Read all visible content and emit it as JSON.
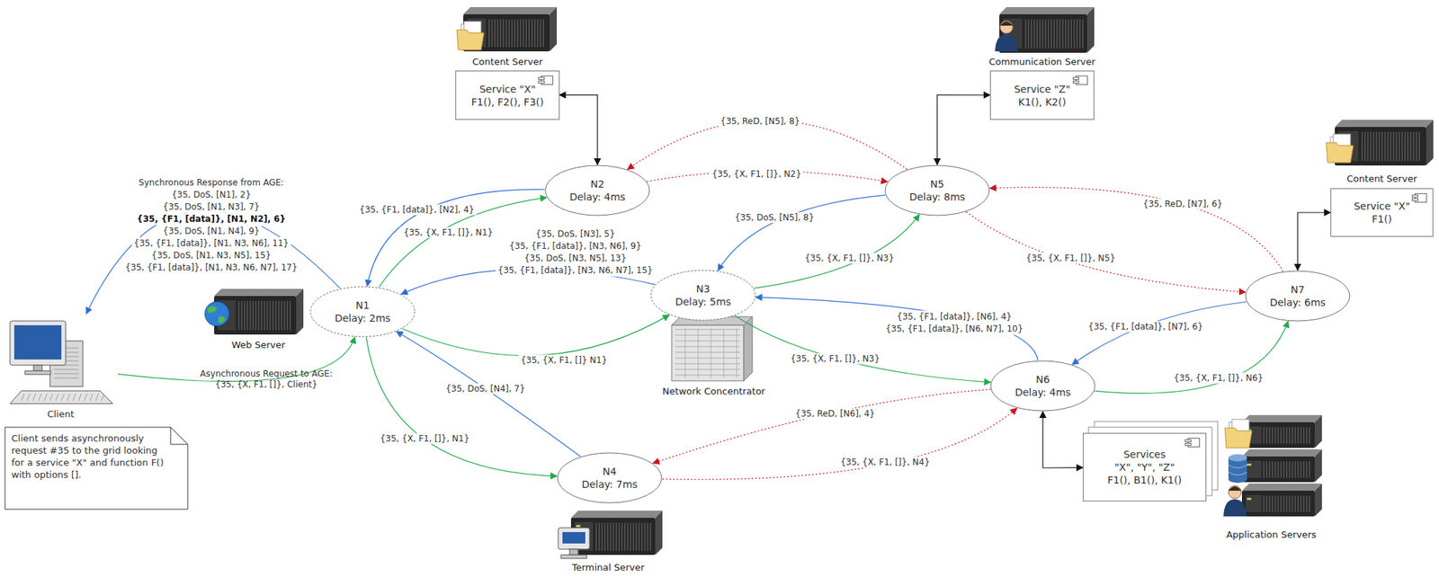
{
  "diagram": {
    "nodes": [
      {
        "text": [
          "Service \"X\"",
          "F1(), F2(), F3()"
        ]
      },
      {
        "text": [
          "Service \"Z\"",
          "K1(), K2()"
        ]
      },
      {
        "text": [
          "Service \"X\"",
          "F1()"
        ]
      },
      {
        "text": [
          "N2",
          "Delay: 4ms"
        ]
      },
      {
        "text": [
          "N5",
          "Delay: 8ms"
        ]
      },
      {
        "text": [
          "N1",
          "Delay: 2ms"
        ]
      },
      {
        "text": [
          "N3",
          "Delay: 5ms"
        ]
      },
      {
        "text": [
          "N7",
          "Delay: 6ms"
        ]
      },
      {
        "text": [
          "N6",
          "Delay: 4ms"
        ]
      },
      {
        "text": [
          "N4",
          "Delay: 7ms"
        ]
      },
      {
        "text": [
          "Services",
          "\"X\", \"Y\", \"Z\"",
          "F1(), B1(), K1()"
        ]
      },
      {
        "text": [
          "Client"
        ]
      },
      {
        "text": [
          "Client sends asynchronously request #35 to the grid looking for a service \"X\" and function F() with options []."
        ]
      }
    ],
    "edges": [
      {
        "from": 0,
        "to": 3,
        "arrow": "both"
      },
      {
        "from": 1,
        "to": 4,
        "arrow": "both"
      },
      {
        "from": 2,
        "to": 7,
        "arrow": "both"
      },
      {
        "from": 10,
        "to": 8,
        "arrow": "both"
      },
      {
        "from": 11,
        "to": 5,
        "arrow": "to",
        "label": "Asynchronous Request to AGE: {35, {X, F1, []}, Client}"
      },
      {
        "from": 5,
        "to": 11,
        "arrow": "to"
      },
      {
        "from": 5,
        "to": 3,
        "arrow": "to",
        "label": "{35, {X, F1, []}, N1}"
      },
      {
        "from": 3,
        "to": 5,
        "arrow": "to",
        "label": "{35, {F1, [data]}, [N2], 4}"
      },
      {
        "from": 5,
        "to": 6,
        "arrow": "to",
        "label": "{35, {X, F1, []} N1}"
      },
      {
        "from": 6,
        "to": 5,
        "arrow": "to"
      },
      {
        "from": 5,
        "to": 9,
        "arrow": "to",
        "label": "{35, {X, F1, []}, N1}"
      },
      {
        "from": 9,
        "to": 5,
        "arrow": "to",
        "label": "{35, DoS, [N4], 7}"
      },
      {
        "from": 3,
        "to": 4,
        "arrow": "to",
        "label": "{35, {X, F1, []}, N2}"
      },
      {
        "from": 4,
        "to": 3,
        "arrow": "to",
        "label": "{35, ReD, [N5], 8}"
      },
      {
        "from": 4,
        "to": 6,
        "arrow": "to",
        "label": "{35, DoS, [N5], 8}"
      },
      {
        "from": 6,
        "to": 4,
        "arrow": "to",
        "label": "{35, {X, F1, []}, N3}"
      },
      {
        "from": 6,
        "to": 8,
        "arrow": "to",
        "label": "{35, {X, F1, []}, N3}"
      },
      {
        "from": 8,
        "to": 6,
        "arrow": "to"
      },
      {
        "from": 4,
        "to": 7,
        "arrow": "to",
        "label": "{35, {X, F1, []}, N5}"
      },
      {
        "from": 7,
        "to": 4,
        "arrow": "to",
        "label": "{35, ReD, [N7], 6}"
      },
      {
        "from": 8,
        "to": 7,
        "arrow": "to",
        "label": "{35, {X, F1, []}, N6}"
      },
      {
        "from": 7,
        "to": 8,
        "arrow": "to",
        "label": "{35, {F1, [data]}, [N7], 6}"
      },
      {
        "from": 9,
        "to": 8,
        "arrow": "to",
        "label": "{35, {X, F1, []}, N4}"
      },
      {
        "from": 8,
        "to": 9,
        "arrow": "to",
        "label": "{35, ReD, [N6], 4}"
      }
    ],
    "labels": [
      "Content Server",
      "Communication Server",
      "Content Server",
      "Web Server",
      "Network Concentrator",
      "Terminal Server",
      "Application Servers",
      "Synchronous Response from AGE:",
      "{35, DoS, [N1], 2}",
      "{35, DoS, [N1, N3], 7}",
      "{35, {F1, [data]}, [N1, N2], 6}",
      "{35, DoS, [N1, N4], 9}",
      "{35, {F1, [data]}, [N1, N3, N6], 11}",
      "{35, DoS, [N1, N3, N5], 15}",
      "{35, {F1, [data]}, [N1, N3, N6, N7], 17}",
      "{35, DoS, [N3], 5}",
      "{35, {F1, [data]}, [N3, N6], 9}",
      "{35, DoS, [N3, N5], 13}",
      "{35, {F1, [data]}, [N3, N6, N7], 15}",
      "{35, {F1, [data]}, [N6], 4}",
      "{35, {F1, [data]}, [N6, N7], 10}"
    ]
  }
}
